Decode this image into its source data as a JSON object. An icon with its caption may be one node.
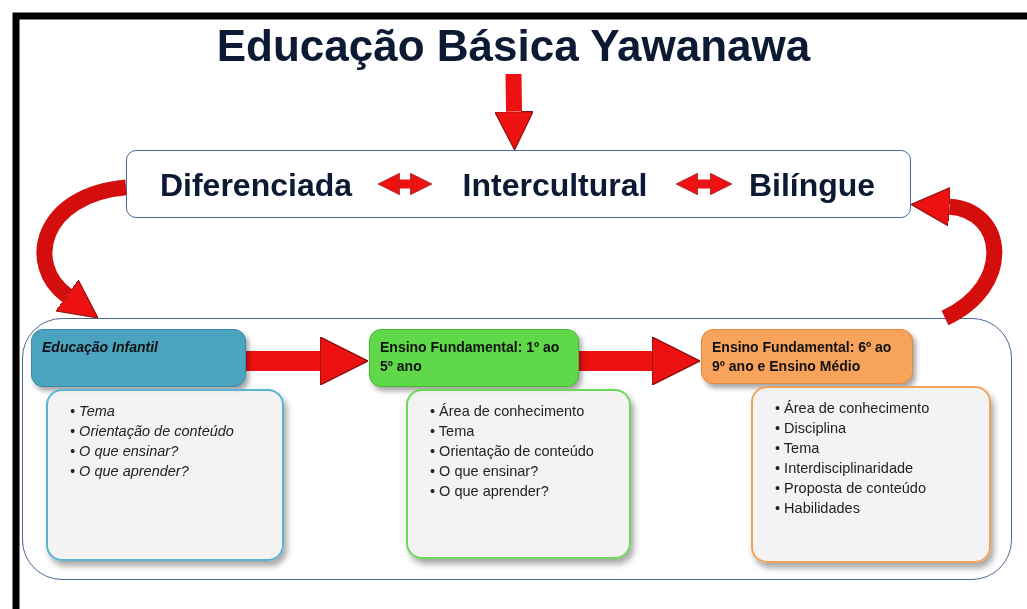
{
  "diagram": {
    "nodes": [
      {
        "text": [
          "Educação Básica Yawanawa"
        ]
      },
      {
        "text": [],
        "shape": "box"
      },
      {
        "text": [
          "Diferenciada"
        ],
        "in": 1
      },
      {
        "text": [
          "Intercultural"
        ],
        "in": 1
      },
      {
        "text": [
          "Bilíngue"
        ],
        "in": 1
      },
      {
        "text": [],
        "shape": "box"
      },
      {
        "text": [
          "Educação Infantil"
        ],
        "in": 5
      },
      {
        "text": [
          "• Tema",
          "• Orientação de conteúdo",
          "• O que ensinar?",
          "• O que aprender?"
        ],
        "in": 5
      },
      {
        "text": [
          "Ensino Fundamental: 1º ao 5º ano"
        ],
        "in": 5
      },
      {
        "text": [
          "• Área de conhecimento",
          "• Tema",
          "• Orientação de conteúdo",
          "• O que ensinar?",
          "• O que aprender?"
        ],
        "in": 5
      },
      {
        "text": [
          "Ensino Fundamental: 6º ao 9º ano e Ensino Médio"
        ],
        "in": 5
      },
      {
        "text": [
          "• Área de conhecimento",
          "• Disciplina",
          "• Tema",
          "• Interdisciplinaridade",
          "• Proposta de conteúdo",
          "• Habilidades"
        ],
        "in": 5
      }
    ],
    "edges": [
      {
        "from": 0,
        "to": 1,
        "arrow": "to"
      },
      {
        "from": 2,
        "to": 3,
        "arrow": "both"
      },
      {
        "from": 3,
        "to": 4,
        "arrow": "both"
      },
      {
        "from": 1,
        "to": 5,
        "arrow": "to"
      },
      {
        "from": 5,
        "to": 1,
        "arrow": "to"
      },
      {
        "from": 6,
        "to": 8,
        "arrow": "to"
      },
      {
        "from": 8,
        "to": 10,
        "arrow": "to"
      }
    ]
  }
}
